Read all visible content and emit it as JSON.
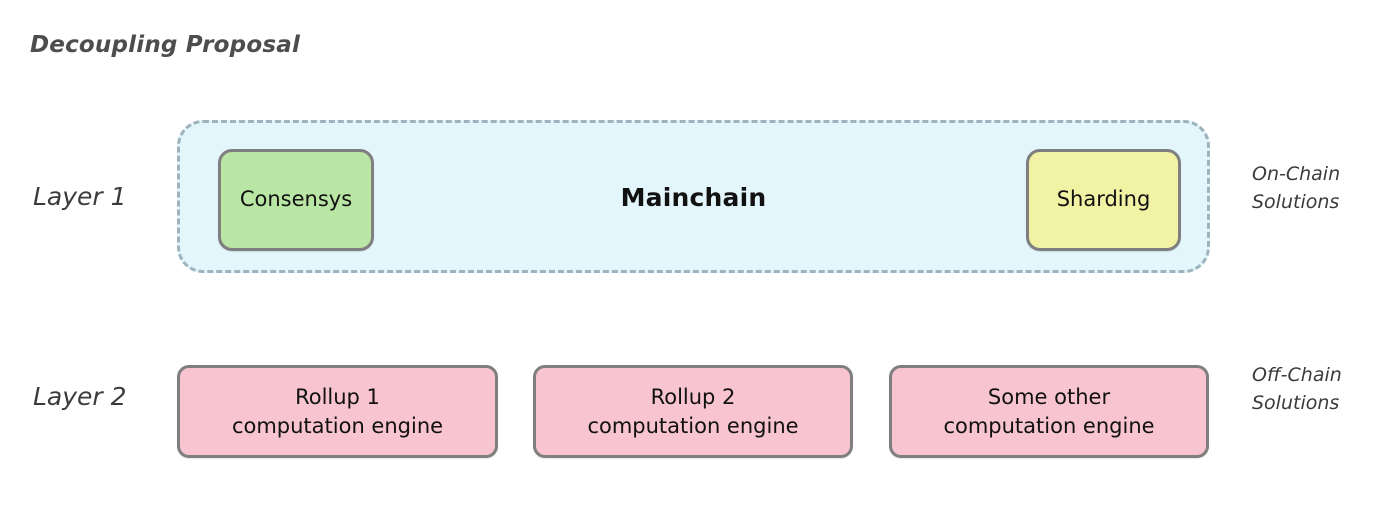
{
  "title": "Decoupling Proposal",
  "rows": [
    {
      "label": "Layer 1",
      "side_label_line1": "On-Chain",
      "side_label_line2": "Solutions"
    },
    {
      "label": "Layer 2",
      "side_label_line1": "Off-Chain",
      "side_label_line2": "Solutions"
    }
  ],
  "layer1": {
    "container_label": "Mainchain",
    "nodes": [
      {
        "label": "Consensys",
        "color": "#b9e6a4"
      },
      {
        "label": "Sharding",
        "color": "#f2f2a5"
      }
    ],
    "container_fill": "#e2f6fc",
    "container_border": "#9db3bd"
  },
  "layer2": {
    "nodes": [
      {
        "line1": "Rollup 1",
        "line2": "computation engine",
        "color": "#f7c4cf"
      },
      {
        "line1": "Rollup 2",
        "line2": "computation engine",
        "color": "#f7c4cf"
      },
      {
        "line1": "Some other",
        "line2": "computation engine",
        "color": "#f7c4cf"
      }
    ]
  },
  "colors": {
    "background": "#ffffff",
    "title_text": "#4d4d4d",
    "label_text": "#3b3b3b",
    "node_border": "#7f7f7f",
    "node_text": "#111111"
  }
}
